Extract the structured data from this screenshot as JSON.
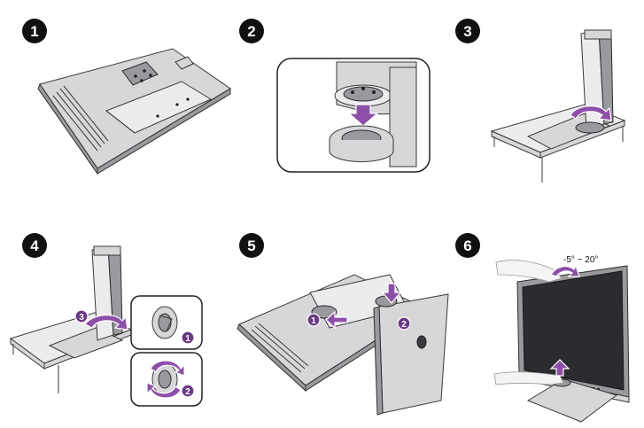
{
  "steps": [
    {
      "number": "1"
    },
    {
      "number": "2"
    },
    {
      "number": "3"
    },
    {
      "number": "4"
    },
    {
      "number": "5"
    },
    {
      "number": "6"
    }
  ],
  "badges": {
    "step4_rotate": "3",
    "step4_inset_top": "1",
    "step4_inset_bottom": "2",
    "step5_first": "1",
    "step5_second": "2"
  },
  "step6": {
    "tilt_label": "-5° ~ 20°"
  },
  "colors": {
    "arrow": "#8d4fa8",
    "badge": "#6b3a86",
    "number_circle": "#111111"
  }
}
